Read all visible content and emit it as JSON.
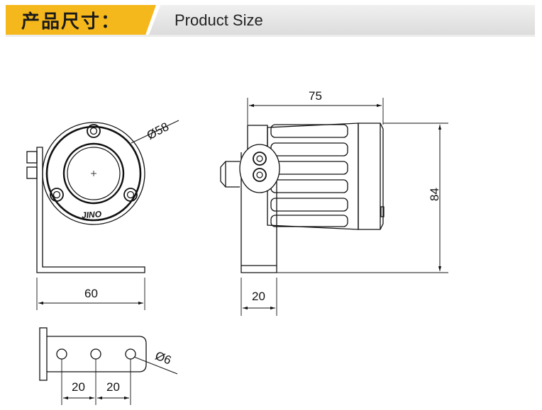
{
  "header": {
    "title_cn": "产品尺寸：",
    "title_en": "Product Size",
    "accent_color": "#f5b81c"
  },
  "front_view": {
    "diameter_label": "Ø58",
    "width_label": "60",
    "logo_text": "JINO"
  },
  "side_view": {
    "length_label": "75",
    "height_label": "84",
    "bracket_label": "20"
  },
  "bottom_view": {
    "hole_label": "Ø6",
    "spacing_labels": [
      "20",
      "20"
    ]
  }
}
